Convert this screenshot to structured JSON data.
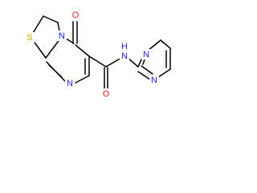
{
  "molecule": {
    "atoms": {
      "S": {
        "text": "S",
        "color": "#b3b300"
      },
      "N_ring": {
        "text": "N",
        "color": "#2222ee"
      },
      "O_ketone": {
        "text": "O",
        "color": "#ee2222"
      },
      "N_ring_lower": {
        "text": "N",
        "color": "#2222ee"
      },
      "O_amide": {
        "text": "O",
        "color": "#ee2222"
      },
      "N_amide": {
        "text": "N",
        "color": "#2222ee"
      },
      "H_amide": {
        "text": "H",
        "color": "#2222ee"
      },
      "N_pyrimidine_upper": {
        "text": "N",
        "color": "#2222ee"
      },
      "N_pyrimidine_lower": {
        "text": "N",
        "color": "#2222ee"
      }
    },
    "bond_color": "#000000"
  }
}
